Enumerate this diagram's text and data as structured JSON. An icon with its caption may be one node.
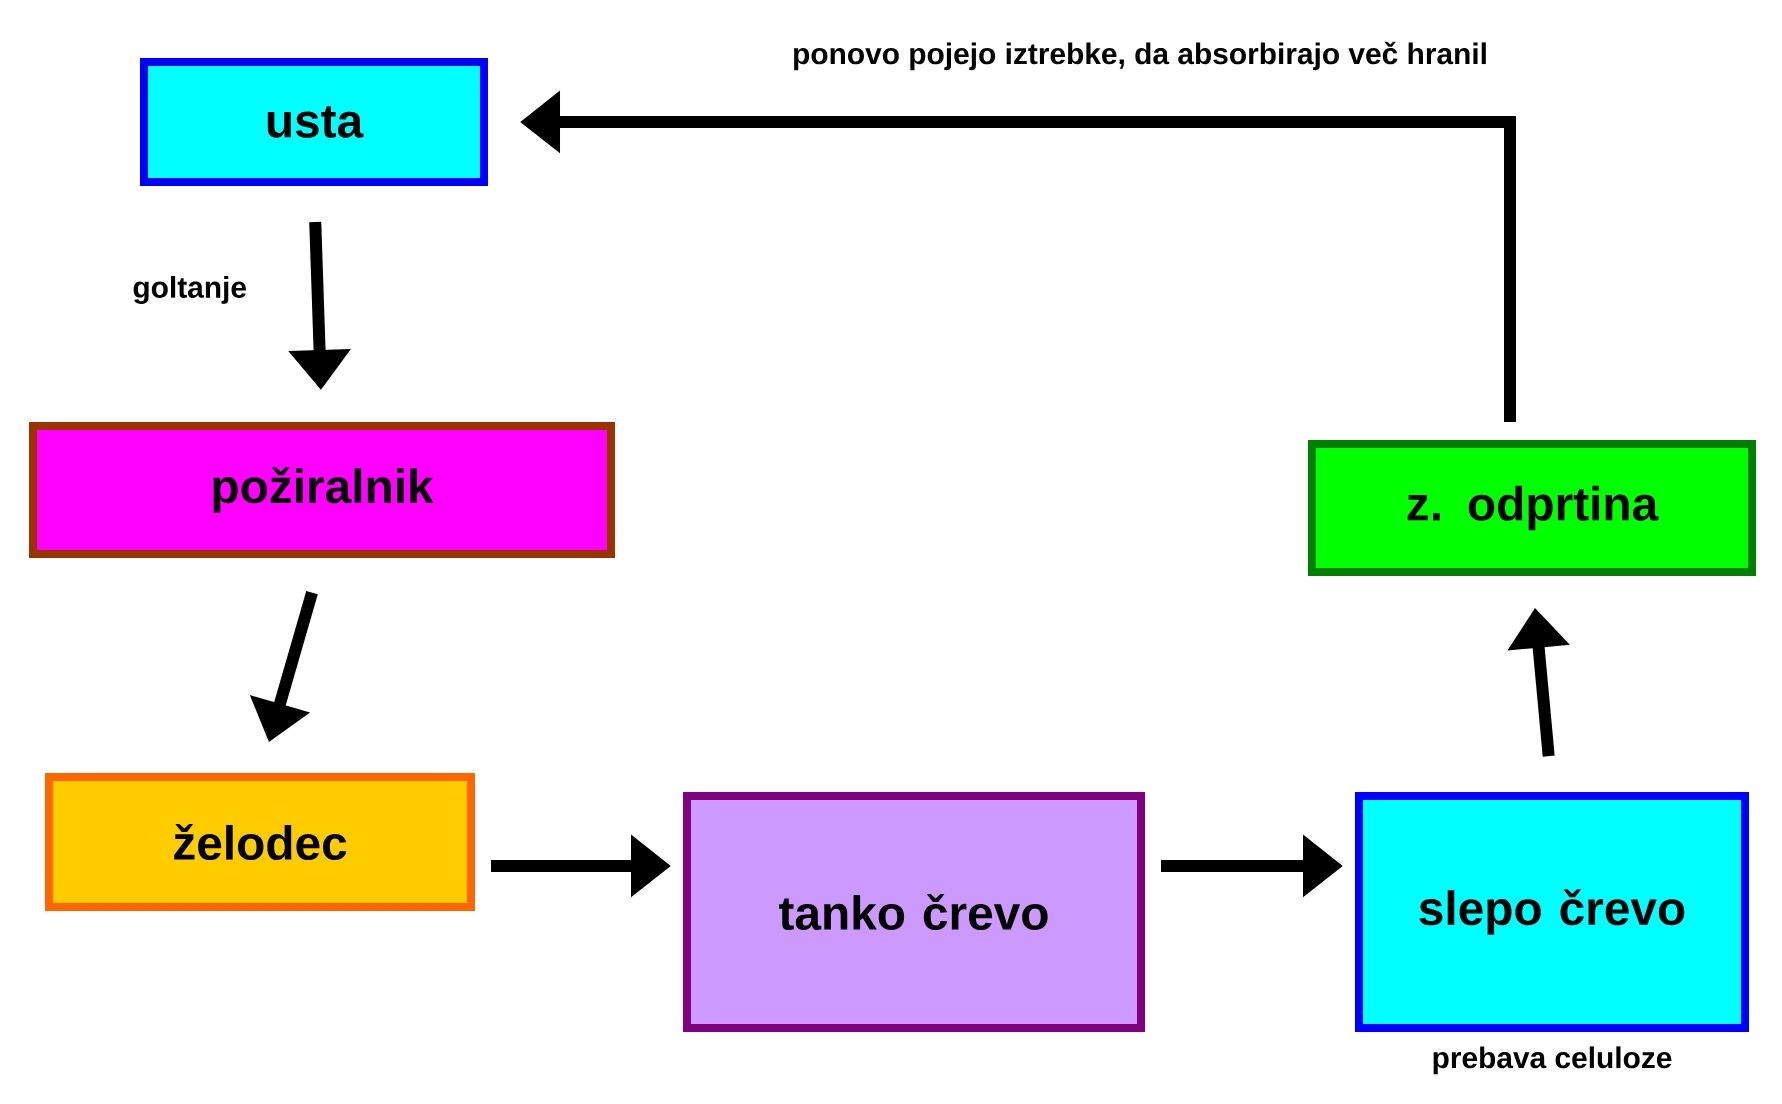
{
  "diagram": {
    "nodes": [
      {
        "text": [
          "usta"
        ]
      },
      {
        "text": [
          "požiralnik"
        ]
      },
      {
        "text": [
          "želodec"
        ]
      },
      {
        "text": [
          "tanko črevo"
        ]
      },
      {
        "text": [
          "slepo črevo"
        ],
        "beside": [
          "prebava celuloze"
        ]
      },
      {
        "text": [
          "z. odprtina"
        ]
      }
    ],
    "edges": [
      {
        "from": 0,
        "to": 1,
        "arrow": "to",
        "label": "goltanje"
      },
      {
        "from": 1,
        "to": 2,
        "arrow": "to"
      },
      {
        "from": 2,
        "to": 3,
        "arrow": "to"
      },
      {
        "from": 3,
        "to": 4,
        "arrow": "to"
      },
      {
        "from": 4,
        "to": 5,
        "arrow": "to"
      },
      {
        "from": 5,
        "to": 0,
        "arrow": "to",
        "label": "ponovo pojejo iztrebke, da absorbirajo več hranil"
      }
    ]
  }
}
